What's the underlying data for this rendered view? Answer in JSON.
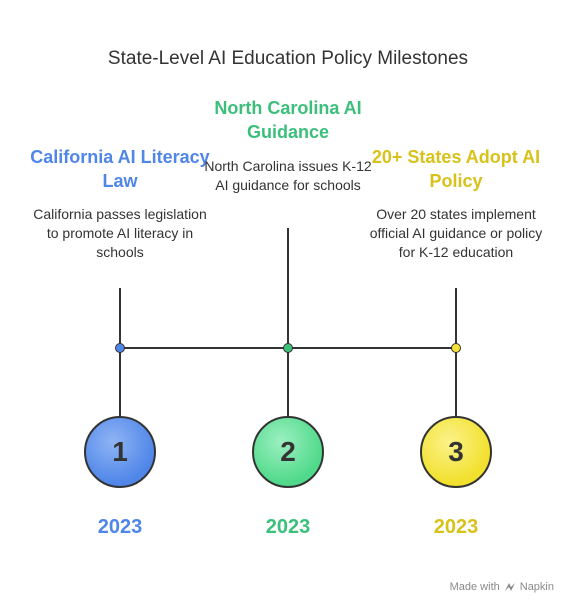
{
  "title": "State-Level AI Education Policy Milestones",
  "colors": {
    "blue": "#4F86E8",
    "green": "#3BBF7A",
    "yellow": "#D8C21A",
    "line": "#333333"
  },
  "milestones": [
    {
      "number": "1",
      "heading": "California AI Literacy Law",
      "description": "California passes legislation to promote AI literacy in schools",
      "year": "2023"
    },
    {
      "number": "2",
      "heading": "North Carolina AI Guidance",
      "description": "North Carolina issues K-12 AI guidance for schools",
      "year": "2023"
    },
    {
      "number": "3",
      "heading": "20+ States Adopt AI Policy",
      "description": "Over 20 states implement official AI guidance or policy for K-12 education",
      "year": "2023"
    }
  ],
  "watermark": {
    "text": "Made with",
    "brand": "Napkin",
    "icon": "napkin-logo-icon"
  }
}
